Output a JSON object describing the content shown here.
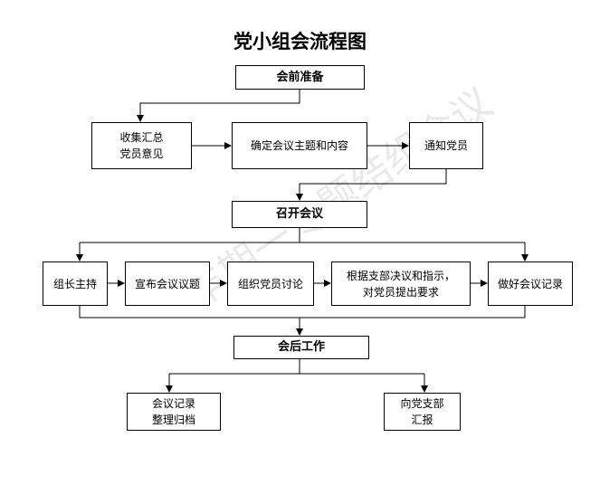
{
  "title": "党小组会流程图",
  "watermark": "丰期一专题结组会议",
  "nodes": {
    "prep": "会前准备",
    "collect": "收集汇总\n党员意见",
    "topic": "确定会议主题和内容",
    "notify": "通知党员",
    "convene": "召开会议",
    "leader": "组长主持",
    "announce": "宣布会议议题",
    "discuss": "组织党员讨论",
    "require": "根据支部决议和指示，\n对党员提出要求",
    "record": "做好会议记录",
    "after": "会后工作",
    "archive": "会议记录\n整理归档",
    "report": "向党支部\n汇报"
  },
  "colors": {
    "line": "#000000",
    "watermark": "#e6e6e6"
  }
}
